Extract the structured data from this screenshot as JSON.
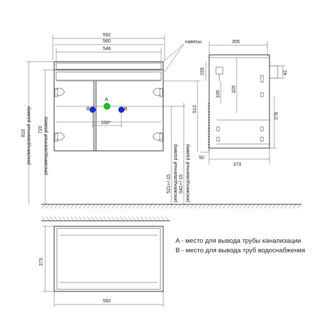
{
  "dimensions": {
    "top_width": "592",
    "inner_560": "560",
    "inner_546": "546",
    "side_depth": "355",
    "height_810": "810",
    "height_720": "720",
    "h_513": "513",
    "h_521": "521+/-15",
    "h_541": "541+/-15",
    "h_159": "159",
    "h_100": "100",
    "h_325": "325",
    "h_378": "378",
    "side_42": "42",
    "side_50": "50",
    "side_373": "373",
    "pipe_spacing": "150*",
    "bottom_depth": "373",
    "bottom_width": "592"
  },
  "labels": {
    "hinges": "навесы",
    "recommended_1": "рекомендованный размер",
    "recommended_2": "рекомендованный размер",
    "recommended_3": "рекомендованный размер",
    "recommended_4": "рекомендованный размер",
    "point_a": "A",
    "point_b_left": "B",
    "point_b_right": "B"
  },
  "legend": {
    "a": "A - место для вывода трубы канализации",
    "b": "B - место для вывода труб водоснабжения"
  },
  "colors": {
    "point_a": "#22bb22",
    "point_b": "#1530c8",
    "wall_line": "#3a3aa8"
  }
}
